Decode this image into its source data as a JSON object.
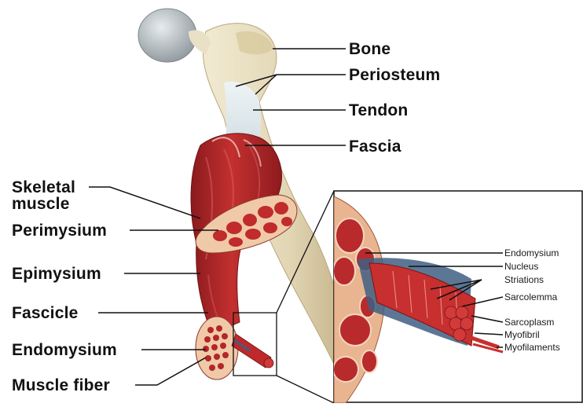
{
  "labels_right": {
    "bone": "Bone",
    "periosteum": "Periosteum",
    "tendon": "Tendon",
    "fascia": "Fascia"
  },
  "labels_left": {
    "skeletal_muscle_line1": "Skeletal",
    "skeletal_muscle_line2": "muscle",
    "perimysium": "Perimysium",
    "epimysium": "Epimysium",
    "fascicle": "Fascicle",
    "endomysium": "Endomysium",
    "muscle_fiber": "Muscle fiber"
  },
  "inset_labels": {
    "endomysium": "Endomysium",
    "nucleus": "Nucleus",
    "striations": "Striations",
    "sarcolemma": "Sarcolemma",
    "sarcoplasm": "Sarcoplasm",
    "myofibril": "Myofibril",
    "myofilaments": "Myofilaments"
  },
  "colors": {
    "muscle": "#b3262a",
    "muscle_dark": "#7e1518",
    "bone": "#e6dcc0",
    "bone_shadow": "#c8b98f",
    "cartilage": "#b9bfc2",
    "tendon": "#dde7ea",
    "connective": "#f0c9a8",
    "line": "#111111"
  }
}
